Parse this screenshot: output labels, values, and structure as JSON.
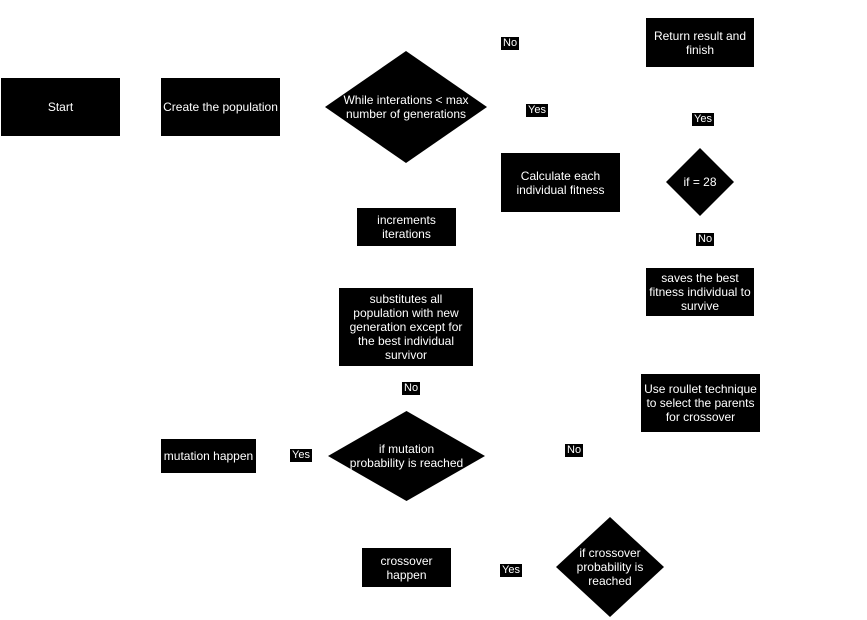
{
  "nodes": {
    "start": "Start",
    "create_population": "Create the population",
    "while_loop": "While interations < max\nnumber of generations",
    "return_result": "Return result and\nfinish",
    "calc_fitness": "Calculate each\nindividual fitness",
    "if_28": "if = 28",
    "increments": "increments\niterations",
    "save_best": "saves the best\nfitness individual to\nsurvive",
    "substitutes": "substitutes all\npopulation with new\ngeneration except for\nthe best individual\nsurvivor",
    "roulette": "Use roullet technique\nto select the parents\nfor crossover",
    "mutation_happen": "mutation happen",
    "if_mutation": "if mutation\nprobability is reached",
    "crossover_happen": "crossover\nhappen",
    "if_crossover": "if crossover\nprobability is\nreached"
  },
  "labels": {
    "while_no": "No",
    "while_yes": "Yes",
    "if28_yes": "Yes",
    "if28_no": "No",
    "substitutes_no": "No",
    "mutation_yes": "Yes",
    "mutation_no": "No",
    "crossover_yes": "Yes"
  },
  "colors": {
    "node_fill": "#000000",
    "node_text": "#ffffff",
    "background": "#ffffff"
  }
}
